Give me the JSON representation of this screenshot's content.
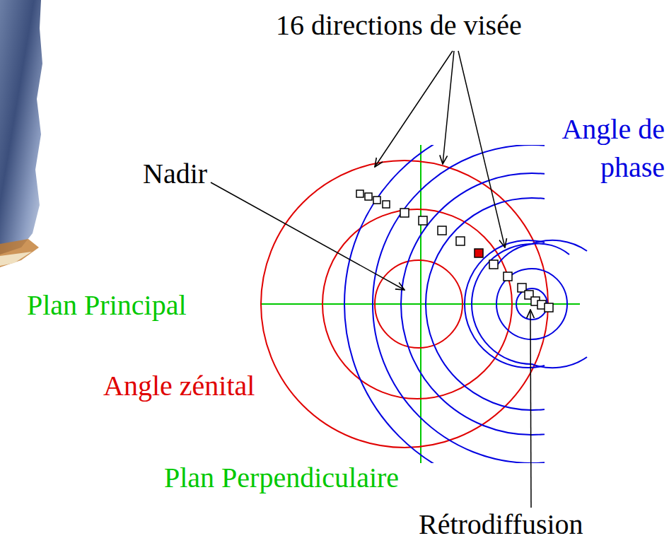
{
  "diagram": {
    "labels": [
      "16 directions de visée",
      "Angle de phase",
      "Nadir",
      "Plan Principal",
      "Angle zénital",
      "Plan Perpendiculaire",
      "Rétrodiffusion"
    ]
  }
}
